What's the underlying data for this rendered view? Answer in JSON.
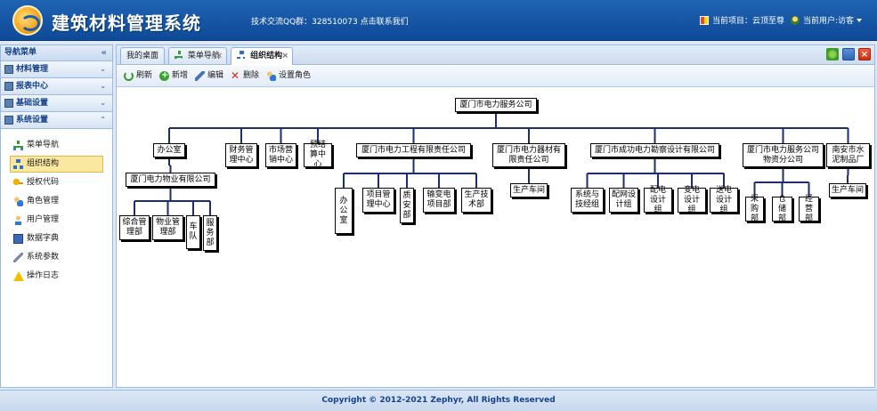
{
  "header": {
    "app_title": "建筑材料管理系统",
    "qq_text": "技术交流QQ群：328510073 点击联系我们",
    "project_label": "当前项目：云顶至尊",
    "user_label": "当前用户:访客"
  },
  "sidebar": {
    "title": "导航菜单",
    "collapse_icon": "«",
    "groups": [
      {
        "label": "材料管理",
        "chevron": "¥"
      },
      {
        "label": "报表中心",
        "chevron": "¥"
      },
      {
        "label": "基础设置",
        "chevron": "¥"
      },
      {
        "label": "系统设置",
        "chevron": "^"
      }
    ],
    "items": [
      {
        "label": "菜单导航",
        "icon": "tree-icon"
      },
      {
        "label": "组织结构",
        "icon": "org-icon"
      },
      {
        "label": "授权代码",
        "icon": "key-icon"
      },
      {
        "label": "角色管理",
        "icon": "role-icon"
      },
      {
        "label": "用户管理",
        "icon": "user-icon"
      },
      {
        "label": "数据字典",
        "icon": "dictionary-icon"
      },
      {
        "label": "系统参数",
        "icon": "parameter-icon"
      },
      {
        "label": "操作日志",
        "icon": "warning-icon"
      }
    ]
  },
  "tabs": [
    {
      "label": "我的桌面"
    },
    {
      "label": "菜单导航",
      "close": "×"
    },
    {
      "label": "组织结构",
      "close": "×"
    }
  ],
  "toolbar": {
    "refresh": "刷新",
    "add": "新增",
    "edit": "编辑",
    "delete": "删除",
    "set_role": "设置角色"
  },
  "org": {
    "root": "厦门市电力服务公司",
    "n_office": "办公室",
    "n_property": "厦门电力物业有限公司",
    "n_integrated": "综合管理部",
    "n_prop_mgmt": "物业管理部",
    "n_fleet": "车队",
    "n_service": "服务部",
    "n_finance": "财务管理中心",
    "n_marketing": "市场营销中心",
    "n_budget": "预结算中心",
    "n_engineering": "厦门市电力工程有限责任公司",
    "n_eng_office": "办公室",
    "n_project_mgmt": "项目管理中心",
    "n_quality": "质安部",
    "n_substation": "输变电项目部",
    "n_prod_tech": "生产技术部",
    "n_equipment": "厦门市电力器材有限责任公司",
    "n_workshop1": "生产车间",
    "n_design": "厦门市成功电力勘察设计有限公司",
    "n_sys_tech": "系统与技经组",
    "n_dist_net": "配网设计组",
    "n_dist_elec": "配电设计组",
    "n_transform": "变电设计组",
    "n_transmit": "送电设计组",
    "n_materials": "厦门市电力服务公司物资分公司",
    "n_purchase": "采购部",
    "n_storage": "仓储部",
    "n_operation": "经营部",
    "n_cement": "南安市水泥制品厂",
    "n_workshop2": "生产车间"
  },
  "footer": {
    "copyright": "Copyright © 2012-2021 Zephyr, All Rights Reserved"
  }
}
